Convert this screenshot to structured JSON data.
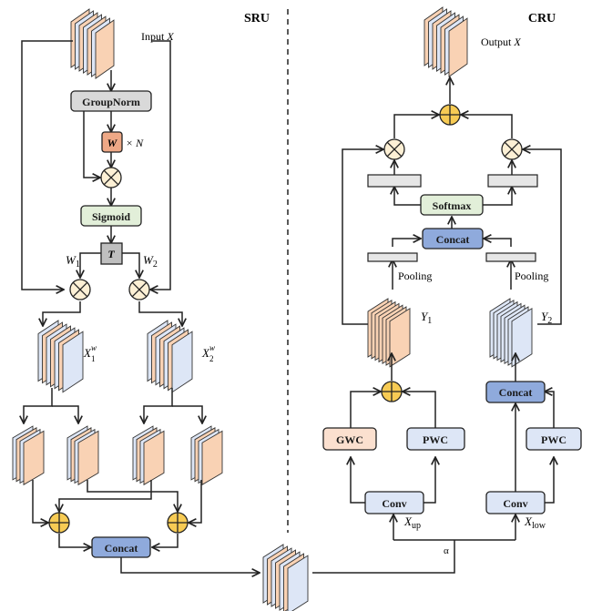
{
  "title_left": "SRU",
  "title_right": "CRU",
  "colors": {
    "orange_fill": "#f9d2b4",
    "blue_fill": "#dde6f6",
    "groupnorm": "#d9d9d9",
    "w_fill": "#eea886",
    "sigmoid": "#e2efd9",
    "t_fill": "#bfbfbf",
    "concat": "#8faadc",
    "softmax": "#e2efd9",
    "gwc": "#fbe0cf",
    "pwc": "#dde6f6",
    "conv": "#dde6f6",
    "mult_fill": "#fdf0d5",
    "add_fill": "#f7cb54",
    "bar_fill": "#e6e6e6"
  },
  "sru": {
    "input_label": "Input",
    "input_var": "X",
    "groupnorm": "GroupNorm",
    "w_label": "W",
    "w_times": "× N",
    "sigmoid": "Sigmoid",
    "t_label": "T",
    "w1": "W",
    "w1_sub": "1",
    "w2": "W",
    "w2_sub": "2",
    "x1w": "X",
    "x1w_sub": "1",
    "x1w_sup": "w",
    "x2w": "X",
    "x2w_sub": "2",
    "x2w_sup": "w",
    "concat": "Concat"
  },
  "cru": {
    "output_label": "Output",
    "output_var": "X",
    "softmax": "Softmax",
    "concat_top": "Concat",
    "pooling_left": "Pooling",
    "pooling_right": "Pooling",
    "y1": "Y",
    "y1_sub": "1",
    "y2": "Y",
    "y2_sub": "2",
    "gwc": "GWC",
    "pwc_left": "PWC",
    "pwc_right": "PWC",
    "concat_bottom": "Concat",
    "conv_left": "Conv",
    "conv_right": "Conv",
    "xup": "X",
    "xup_sub": "up",
    "xlow": "X",
    "xlow_sub": "low",
    "alpha": "α"
  }
}
